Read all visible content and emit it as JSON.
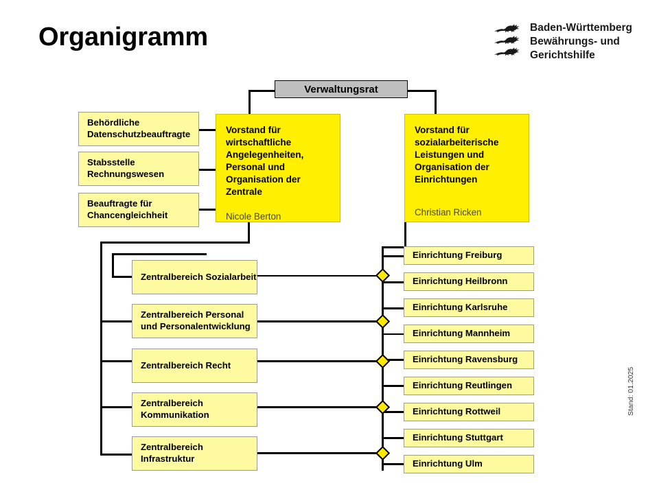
{
  "header": {
    "title": "Organigramm",
    "brand_line1": "Baden-Württemberg",
    "brand_line2": "Bewährungs- und",
    "brand_line3": "Gerichtshilfe",
    "logo_name": "three-lions-coat-of-arms"
  },
  "footer": {
    "stand": "Stand: 01.2025"
  },
  "board": {
    "council": "Verwaltungsrat",
    "vorstand_left": {
      "title": "Vorstand für wirtschaftliche Angelegenheiten, Personal und Organisation der Zentrale",
      "person": "Nicole Berton"
    },
    "vorstand_right": {
      "title": "Vorstand für sozialarbeiterische Leistungen und Organisation der Einrichtungen",
      "person": "Christian Ricken"
    }
  },
  "staff_units": [
    {
      "label": "Behördliche Datenschutzbeauftragte"
    },
    {
      "label": "Stabsstelle Rechnungswesen"
    },
    {
      "label": "Beauftragte für Chancengleichheit"
    }
  ],
  "central_areas": [
    {
      "label": "Zentralbereich Sozialarbeit"
    },
    {
      "label": "Zentralbereich Personal und Personalentwicklung"
    },
    {
      "label": "Zentralbereich Recht"
    },
    {
      "label": "Zentralbereich Kommunikation"
    },
    {
      "label": "Zentralbereich Infrastruktur"
    }
  ],
  "facilities": [
    {
      "label": "Einrichtung Freiburg"
    },
    {
      "label": "Einrichtung Heilbronn"
    },
    {
      "label": "Einrichtung Karlsruhe"
    },
    {
      "label": "Einrichtung Mannheim"
    },
    {
      "label": "Einrichtung Ravensburg"
    },
    {
      "label": "Einrichtung Reutlingen"
    },
    {
      "label": "Einrichtung Rottweil"
    },
    {
      "label": "Einrichtung Stuttgart"
    },
    {
      "label": "Einrichtung Ulm"
    }
  ],
  "colors": {
    "bright_yellow": "#ffef00",
    "pale_yellow": "#fdfaa0",
    "gray_box": "#bfbfbf",
    "line": "#000000"
  }
}
